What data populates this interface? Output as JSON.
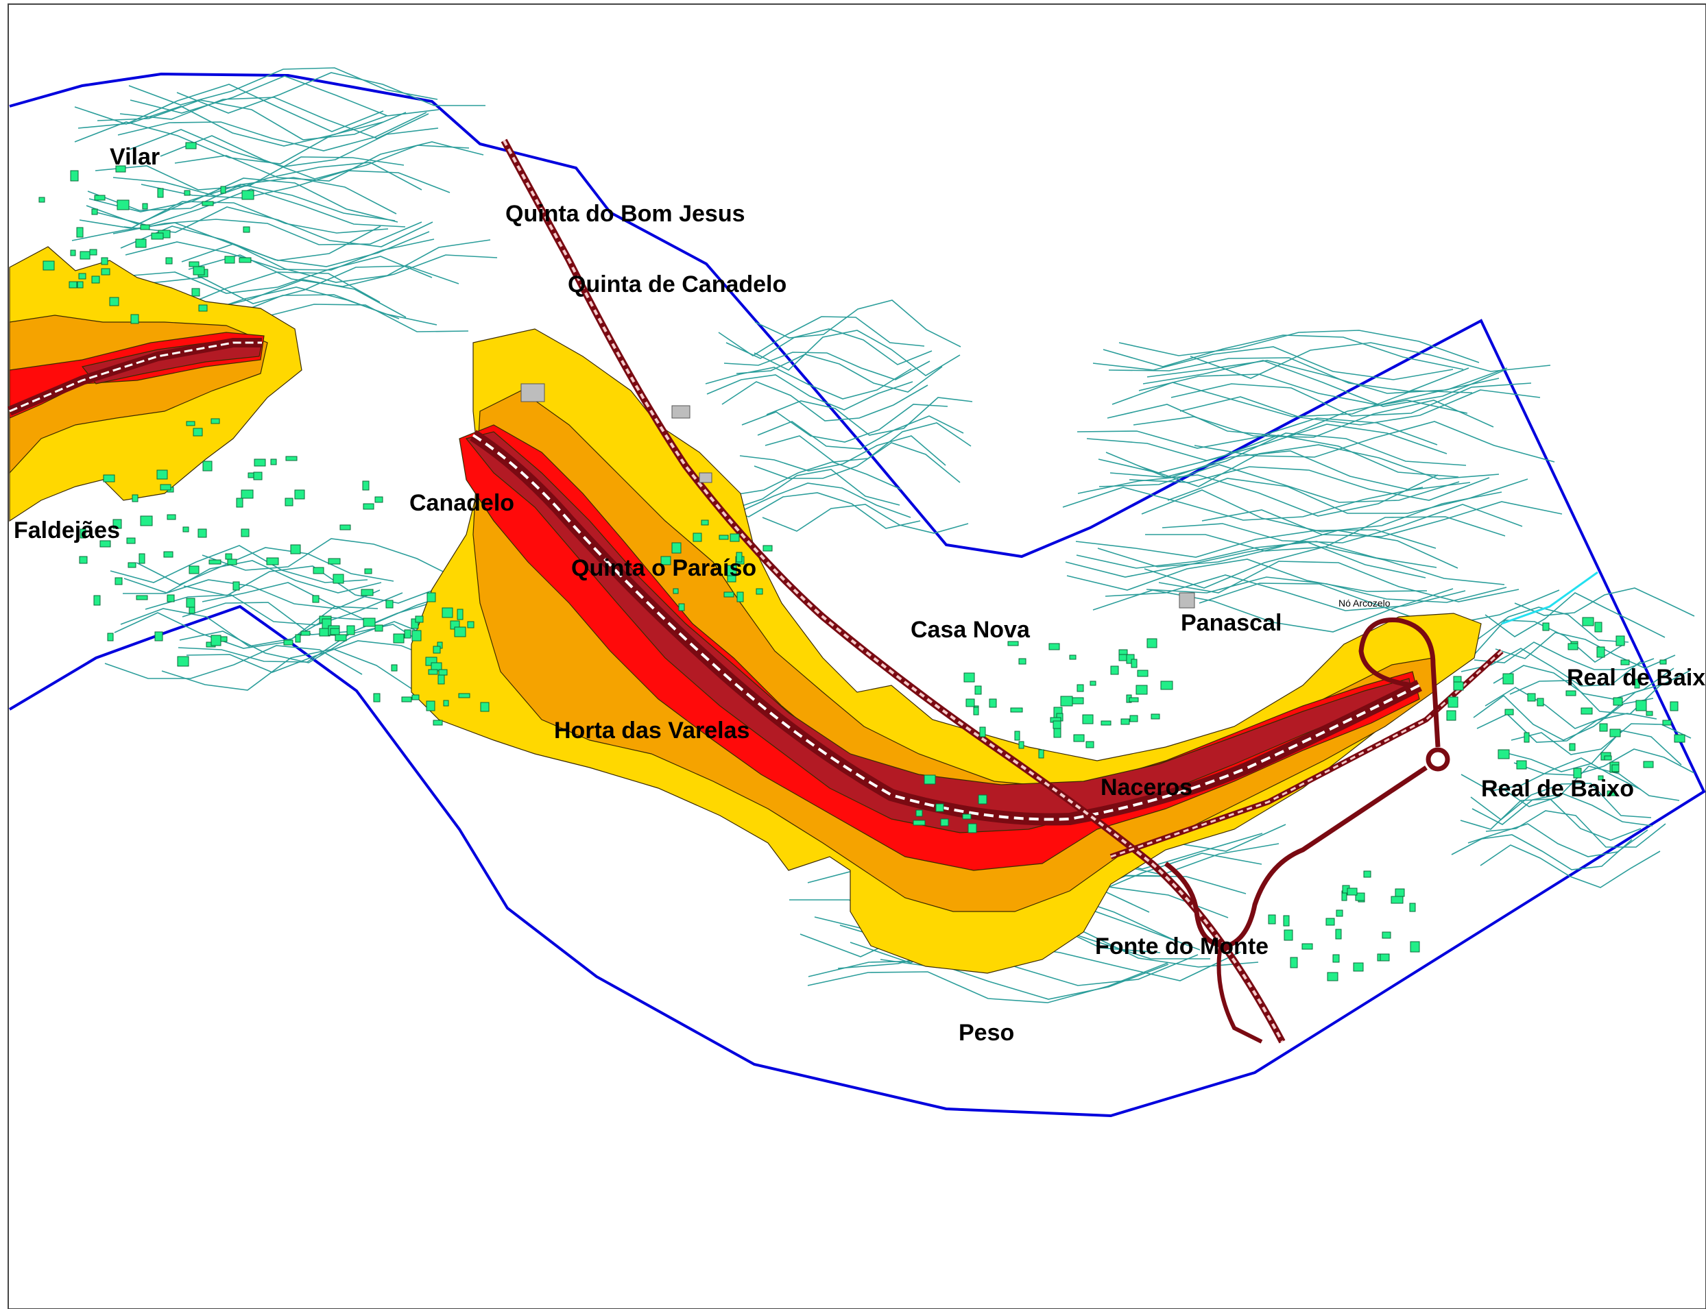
{
  "map": {
    "colors": {
      "background": "#ffffff",
      "boundary": "#0000dd",
      "contour": "#2a9d9a",
      "zone_yellow": "#ffd800",
      "zone_orange": "#f5a300",
      "zone_red": "#ff0a0a",
      "zone_dark_red": "#b31a24",
      "road_casing": "#7a0a12",
      "road_center": "#ffffff",
      "building": "#22ee88",
      "building_outline": "#0a6a3a",
      "stream": "#22e0f0"
    },
    "places": [
      {
        "id": "vilar",
        "name": "Vilar"
      },
      {
        "id": "faldejaes",
        "name": "Faldejães"
      },
      {
        "id": "quinta-bom-jesus",
        "name": "Quinta do Bom Jesus"
      },
      {
        "id": "quinta-canadelo",
        "name": "Quinta de Canadelo"
      },
      {
        "id": "canadelo",
        "name": "Canadelo"
      },
      {
        "id": "quinta-paraiso",
        "name": "Quinta o Paraíso"
      },
      {
        "id": "horta-varelas",
        "name": "Horta das Varelas"
      },
      {
        "id": "casa-nova",
        "name": "Casa Nova"
      },
      {
        "id": "panascal",
        "name": "Panascal"
      },
      {
        "id": "naceros",
        "name": "Naceros"
      },
      {
        "id": "fonte-monte",
        "name": "Fonte do Monte"
      },
      {
        "id": "peso",
        "name": "Peso"
      },
      {
        "id": "real-de-baixo-1",
        "name": "Real de Baixo"
      },
      {
        "id": "real-de-baixo-2",
        "name": "Real de Baixo"
      }
    ],
    "junction": {
      "name": "Nó Arcozelo"
    }
  }
}
